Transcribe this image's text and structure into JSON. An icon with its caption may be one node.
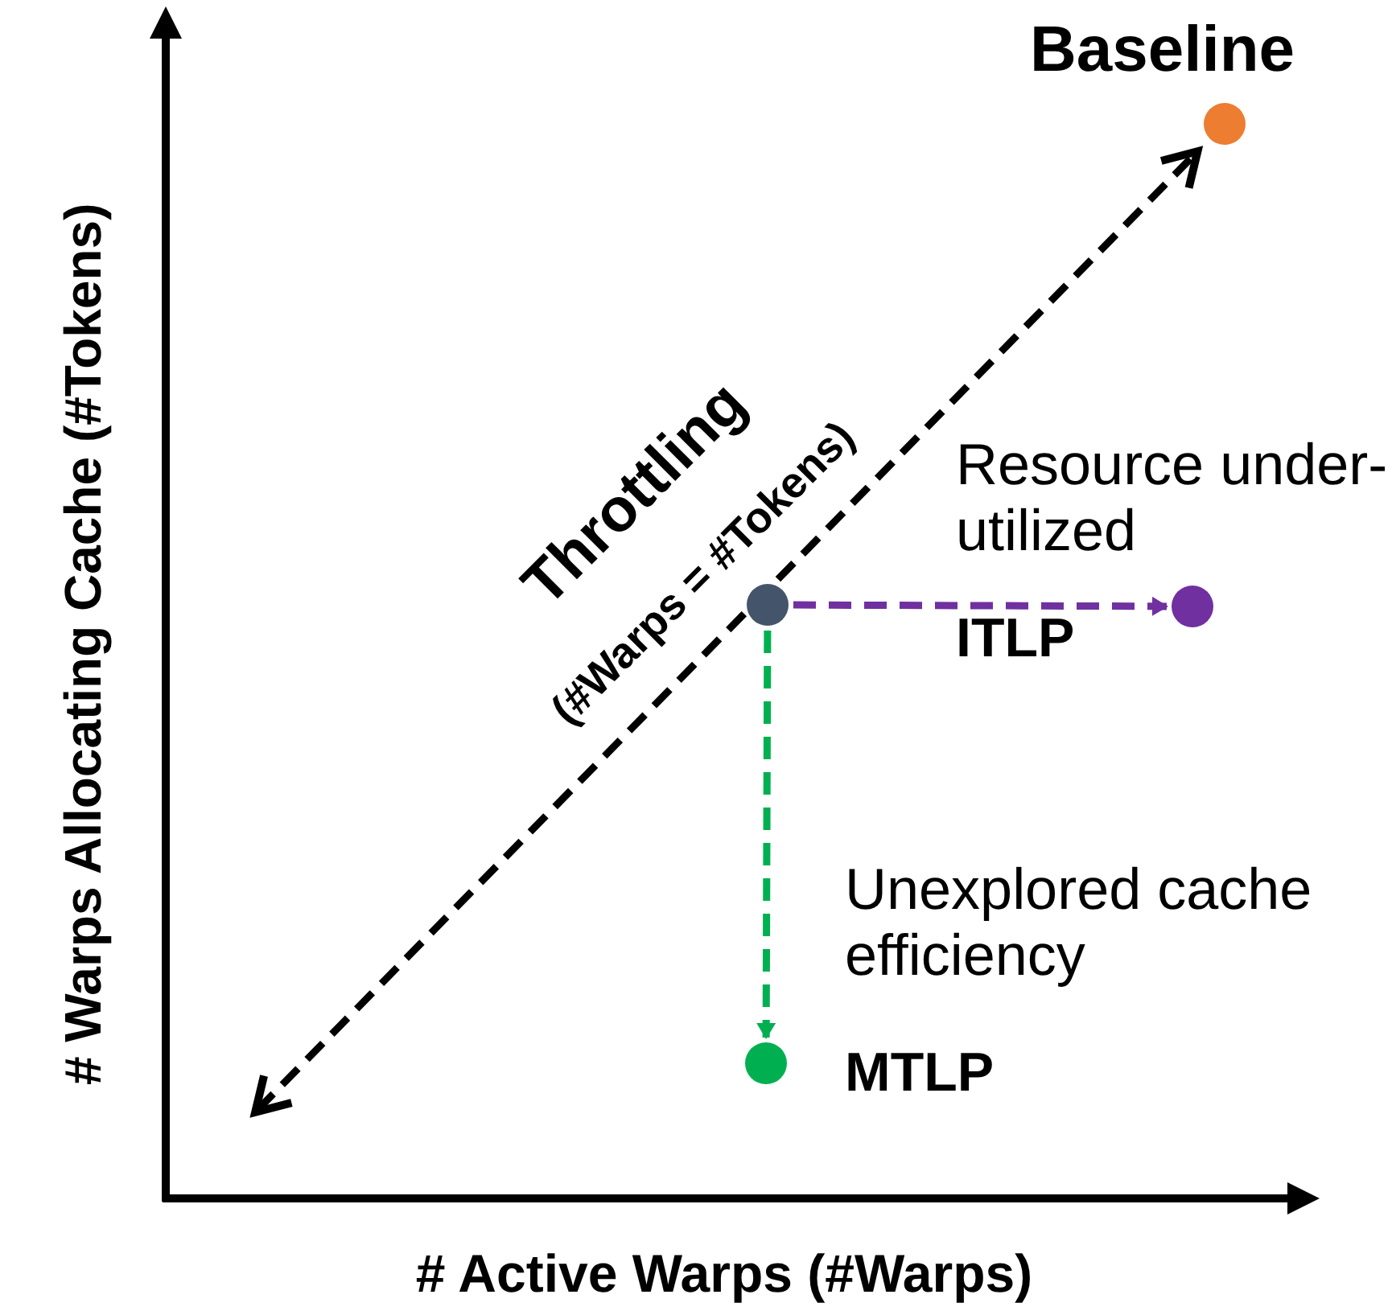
{
  "diagram": {
    "nodes": [
      {
        "text": [],
        "shape": "circle",
        "beside": [
          "Baseline"
        ]
      },
      {
        "text": [],
        "shape": "circle"
      },
      {
        "text": [],
        "shape": "circle",
        "beside": [
          "Resource under-utilized",
          "ITLP"
        ]
      },
      {
        "text": [],
        "shape": "circle",
        "beside": [
          "Unexplored cache efficiency",
          "MTLP"
        ]
      }
    ],
    "edges": [
      {
        "from": null,
        "to": 0,
        "arrow": "both",
        "style": "dashed",
        "color": "#000000"
      },
      {
        "from": 1,
        "to": 2,
        "arrow": "to",
        "style": "dashed",
        "color": "#7030a0"
      },
      {
        "from": 1,
        "to": 3,
        "arrow": "to",
        "style": "dashed",
        "color": "#00b050"
      }
    ],
    "labels": [
      "Throttling",
      "(#Warps = #Tokens)",
      "# Warps Allocating Cache (#Tokens)",
      "# Active Warps (#Warps)"
    ]
  }
}
